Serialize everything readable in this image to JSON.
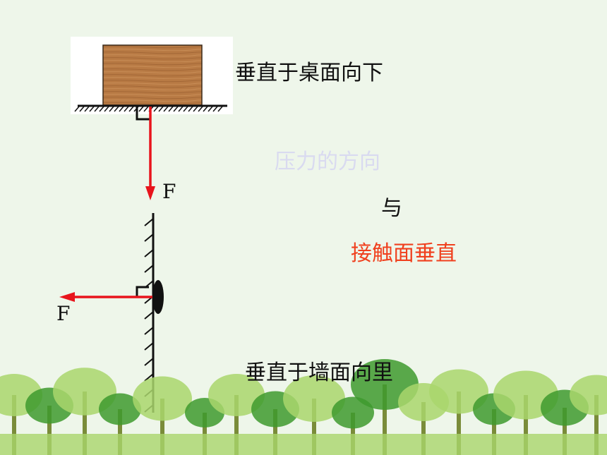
{
  "diagram": {
    "top_label": "垂直于桌面向下",
    "bottom_label": "垂直于墙面向里",
    "center_line1": "压力的方向",
    "center_line2": "与",
    "center_line3": "接触面垂直",
    "force_label_down": "F",
    "force_label_left": "F"
  },
  "colors": {
    "background": "#eef6ea",
    "arrow": "#e8141c",
    "highlight_text": "#f0401e",
    "faint_text": "#d9daf0",
    "wood": "#b87a44",
    "tree_light": "#a9d66c",
    "tree_dark": "#3e9a2e"
  }
}
